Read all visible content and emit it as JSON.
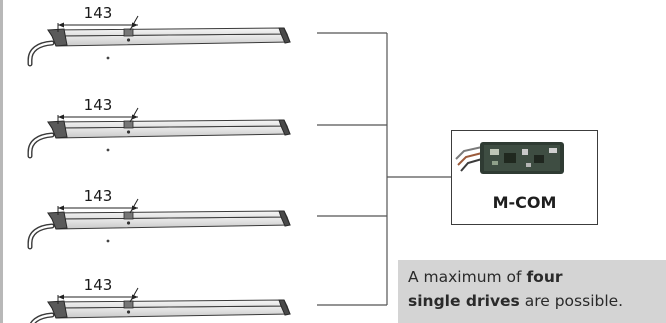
{
  "drives": [
    {
      "dimension_label": "143"
    },
    {
      "dimension_label": "143"
    },
    {
      "dimension_label": "143"
    },
    {
      "dimension_label": "143"
    }
  ],
  "controller": {
    "label": "M-COM"
  },
  "note": {
    "part1": "A maximum of ",
    "bold1": "four",
    "bold2": "single drives",
    "part2": " are possible."
  },
  "colors": {
    "drive_body": "#d9d9d9",
    "drive_outline": "#3a3a3a",
    "line": "#555555",
    "note_bg": "#d4d4d4"
  }
}
